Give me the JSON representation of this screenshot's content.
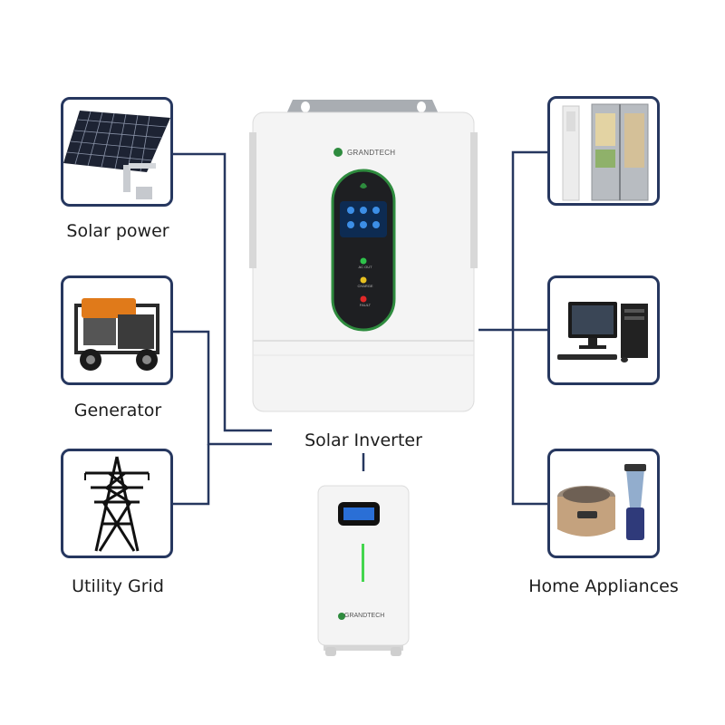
{
  "sources": [
    {
      "label": "Solar power",
      "icon": "solar-panel-icon"
    },
    {
      "label": "Generator",
      "icon": "generator-icon"
    },
    {
      "label": "Utility Grid",
      "icon": "power-tower-icon"
    }
  ],
  "center": {
    "label": "Solar Inverter",
    "brand": "GRANDTECH",
    "indicators": [
      {
        "label": "AC OUT",
        "color": "#2ec24a"
      },
      {
        "label": "CHARGE",
        "color": "#e8c020"
      },
      {
        "label": "FAULT",
        "color": "#e02828"
      }
    ],
    "battery_brand": "GRANDTECH"
  },
  "outputs": {
    "label": "Home Appliances",
    "items": [
      {
        "icon": "refrigerator-icon"
      },
      {
        "icon": "desktop-computer-icon"
      },
      {
        "icon": "rice-cooker-icon"
      }
    ]
  },
  "colors": {
    "frame": "#26375f",
    "wire": "#26375f",
    "accent_green": "#2e8b3e"
  }
}
